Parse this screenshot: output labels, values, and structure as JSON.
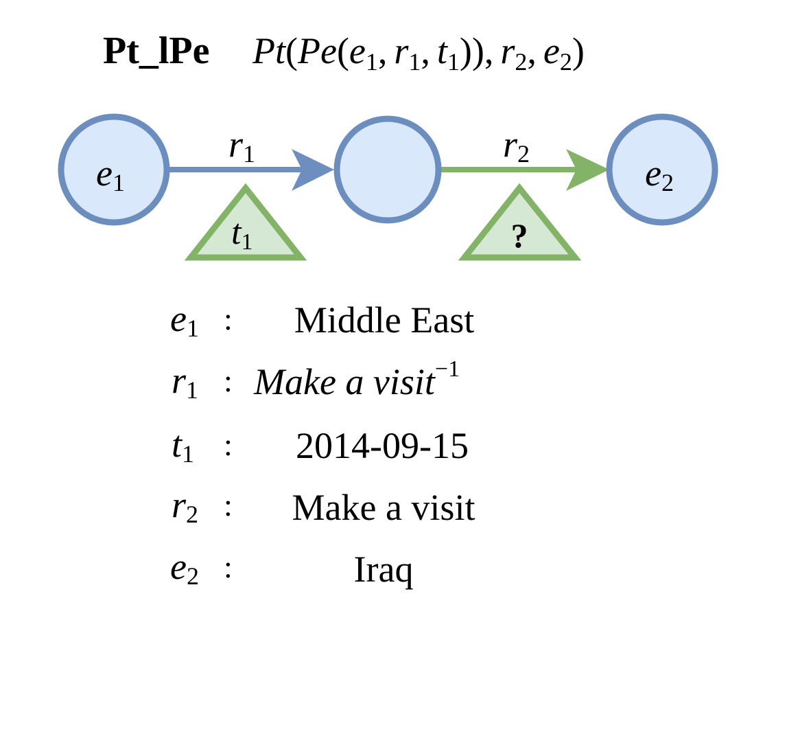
{
  "title": {
    "name": "Pt_lPe",
    "formula": {
      "pt": "Pt",
      "pe": "Pe",
      "e": "e",
      "r": "r",
      "t": "t",
      "sub1": "1",
      "sub2": "2",
      "open": "(",
      "close": ")",
      "comma": ","
    }
  },
  "graph": {
    "nodes": {
      "e1": {
        "var": "e",
        "sub": "1"
      },
      "middle": {
        "var": "",
        "sub": ""
      },
      "e2": {
        "var": "e",
        "sub": "2"
      }
    },
    "edges": {
      "r1": {
        "var": "r",
        "sub": "1",
        "color": "#6d8ebf"
      },
      "r2": {
        "var": "r",
        "sub": "2",
        "color": "#82b366"
      }
    },
    "timestamps": {
      "t1": {
        "var": "t",
        "sub": "1"
      },
      "unknown": {
        "label": "?"
      }
    },
    "colors": {
      "node_fill": "#dae8fc",
      "node_stroke": "#6c8ebf",
      "triangle_fill": "#d5e8d4",
      "triangle_stroke": "#82b366"
    }
  },
  "legend": [
    {
      "var": "e",
      "sub": "1",
      "sep": ":",
      "value": "Middle East",
      "italic": false
    },
    {
      "var": "r",
      "sub": "1",
      "sep": ":",
      "value": "Make a visit",
      "sup": "−1",
      "italic": true
    },
    {
      "var": "t",
      "sub": "1",
      "sep": ":",
      "value": "2014-09-15",
      "italic": false
    },
    {
      "var": "r",
      "sub": "2",
      "sep": ":",
      "value": "Make a visit",
      "italic": false
    },
    {
      "var": "e",
      "sub": "2",
      "sep": ":",
      "value": "Iraq",
      "italic": false
    }
  ]
}
